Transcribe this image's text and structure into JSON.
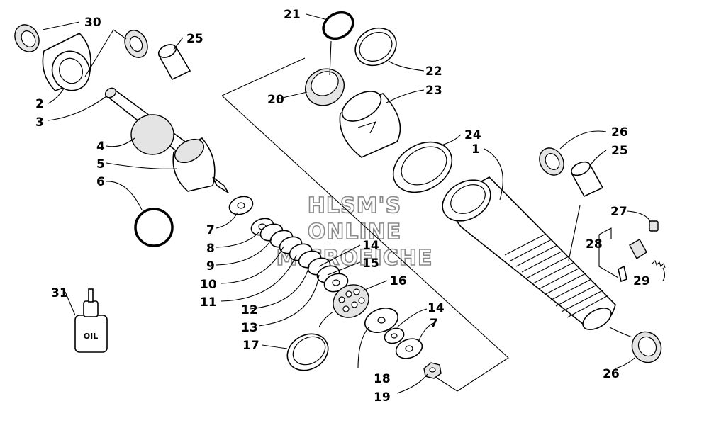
{
  "watermark": [
    "HLSM'S",
    "ONLINE",
    "MICROFICHE"
  ],
  "oil_label": "OIL",
  "callouts": [
    "30",
    "25",
    "2",
    "3",
    "4",
    "5",
    "6",
    "7",
    "8",
    "9",
    "10",
    "11",
    "12",
    "13",
    "14",
    "15",
    "16",
    "17",
    "18",
    "19",
    "21",
    "22",
    "20",
    "23",
    "24",
    "1",
    "26",
    "25",
    "27",
    "28",
    "29",
    "31",
    "14",
    "7",
    "26"
  ]
}
